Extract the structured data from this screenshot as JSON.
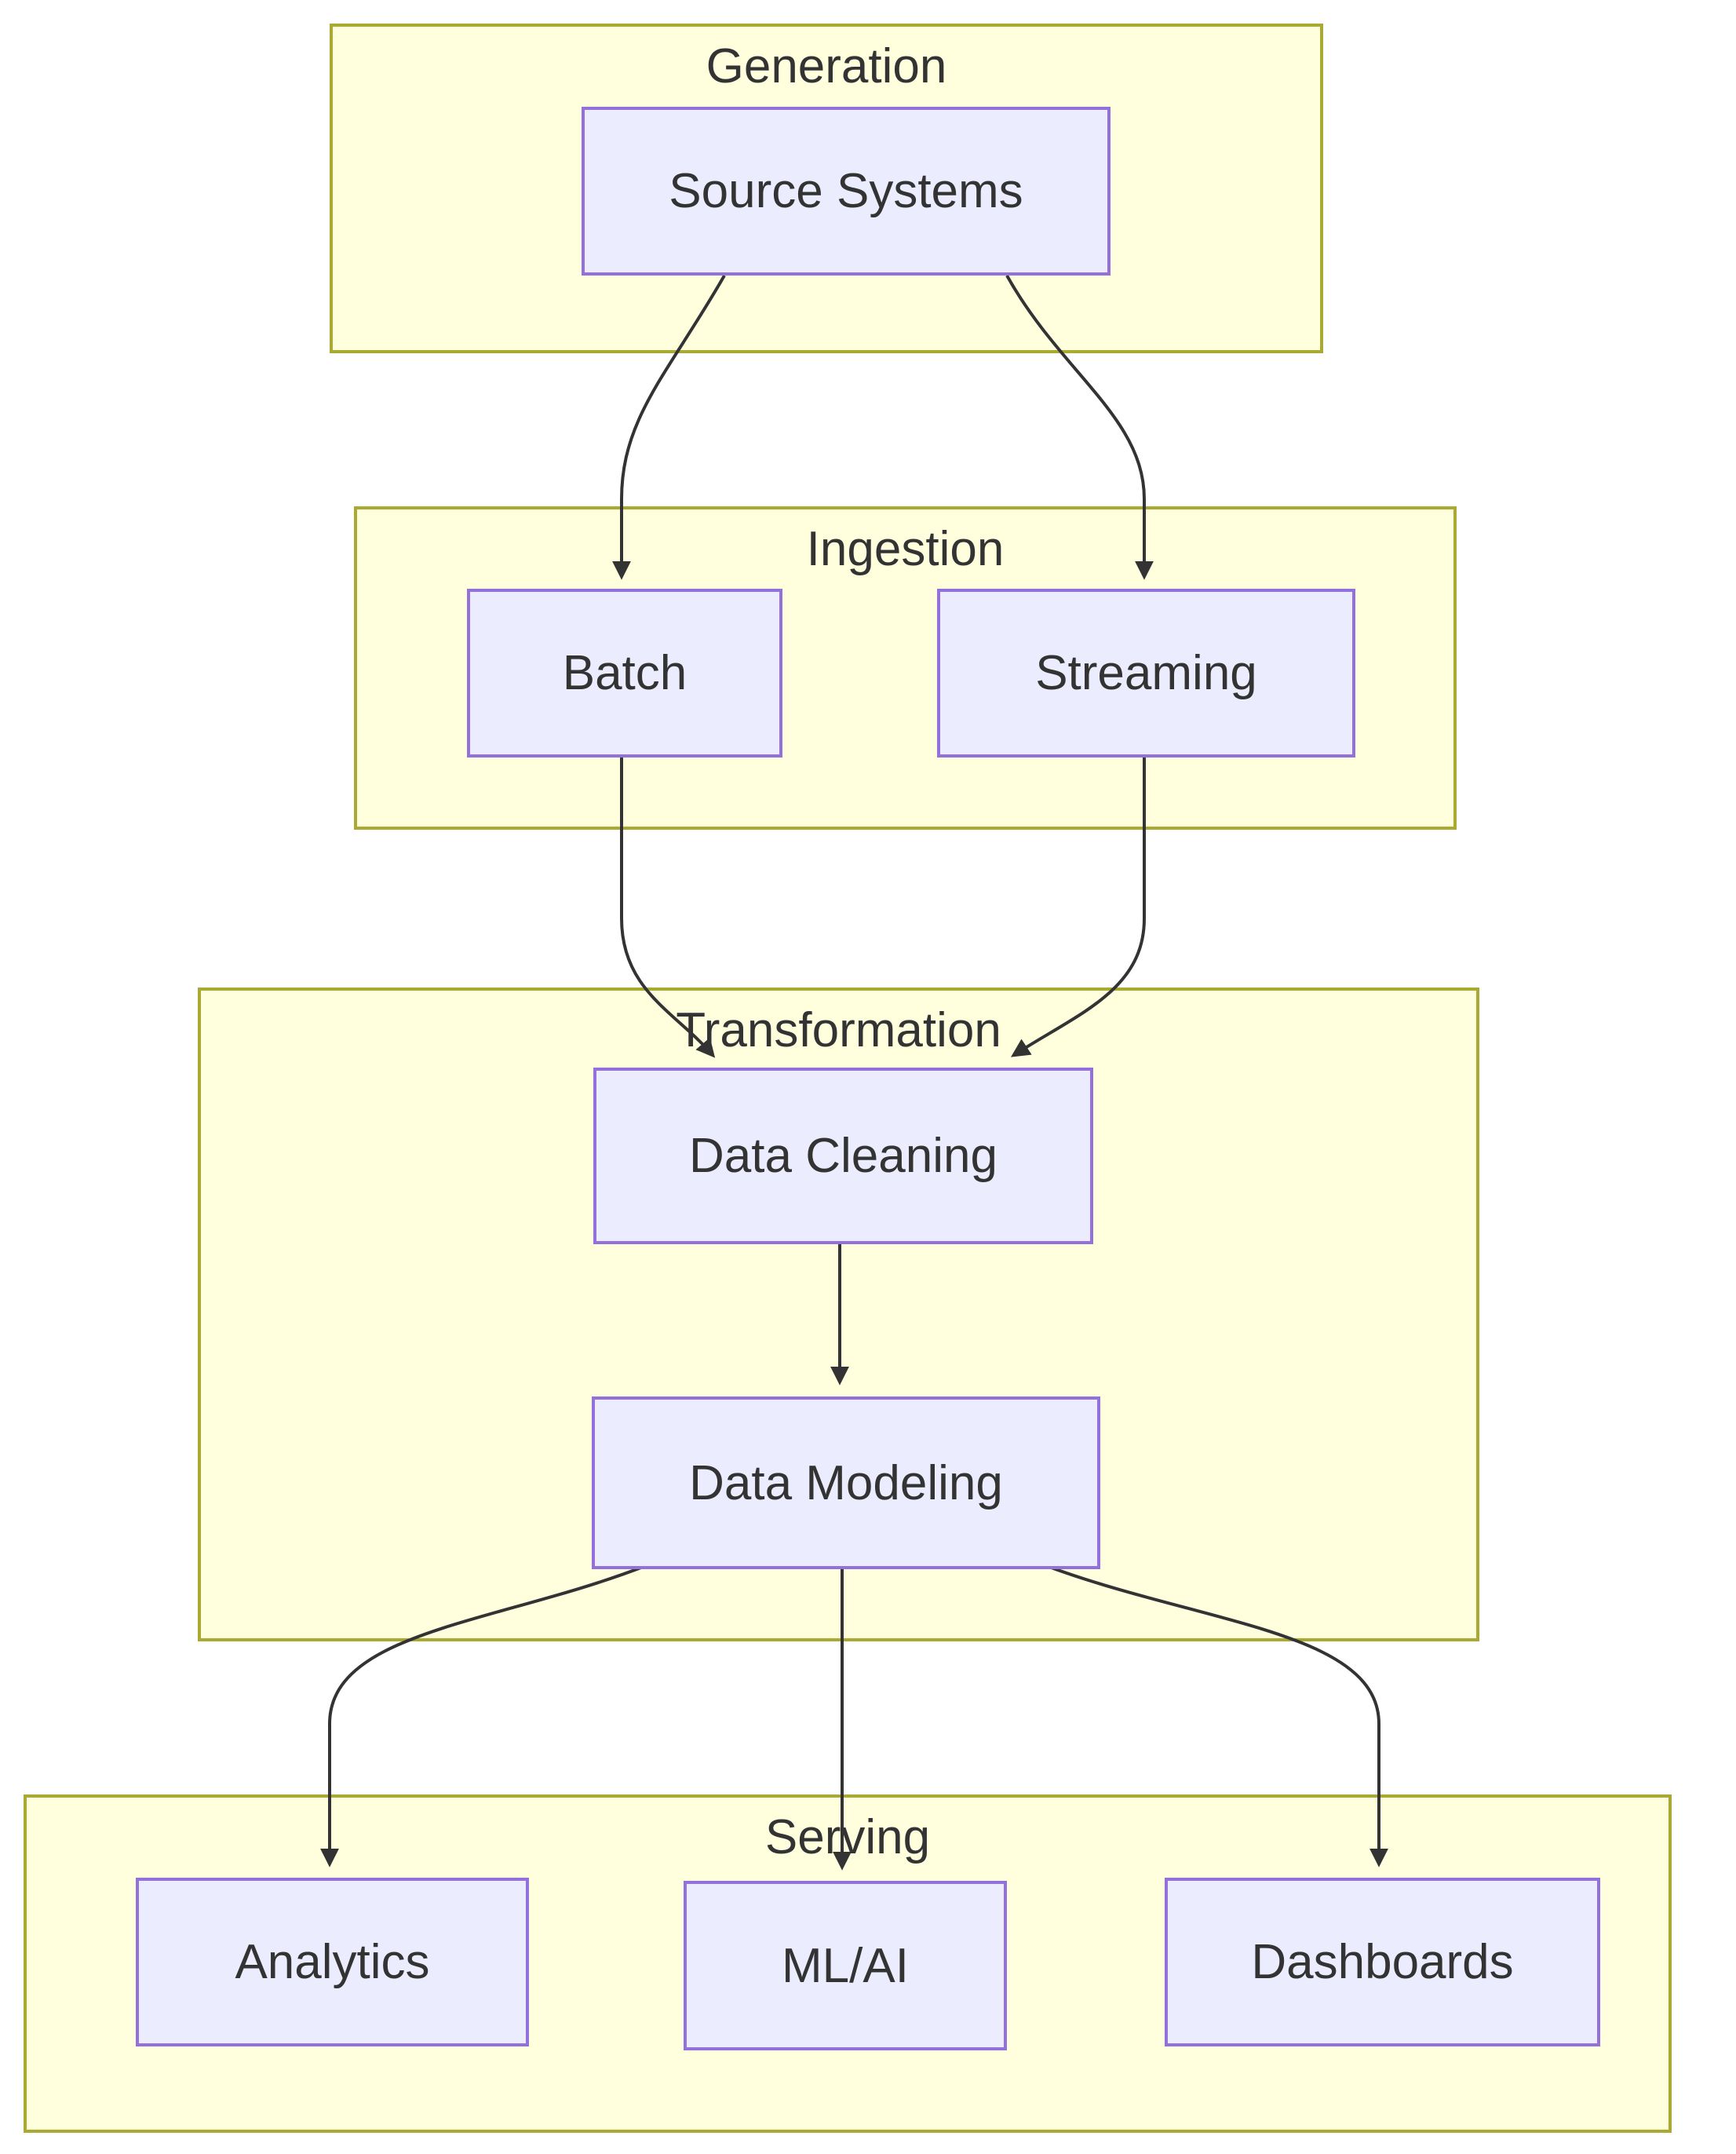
{
  "diagram_type": "flowchart-top-down",
  "colors": {
    "cluster_fill": "#ffffde",
    "cluster_border": "#aaaa33",
    "node_fill": "#ececff",
    "node_border": "#9370db",
    "edge_color": "#333333",
    "text_color": "#333333",
    "page_bg": "#ffffff"
  },
  "clusters": {
    "generation": {
      "title": "Generation",
      "nodes": [
        "Source Systems"
      ]
    },
    "ingestion": {
      "title": "Ingestion",
      "nodes": [
        "Batch",
        "Streaming"
      ]
    },
    "transformation": {
      "title": "Transformation",
      "nodes": [
        "Data Cleaning",
        "Data Modeling"
      ]
    },
    "serving": {
      "title": "Serving",
      "nodes": [
        "Analytics",
        "ML/AI",
        "Dashboards"
      ]
    }
  },
  "nodes": {
    "source_systems": {
      "label": "Source Systems"
    },
    "batch": {
      "label": "Batch"
    },
    "streaming": {
      "label": "Streaming"
    },
    "data_cleaning": {
      "label": "Data Cleaning"
    },
    "data_modeling": {
      "label": "Data Modeling"
    },
    "analytics": {
      "label": "Analytics"
    },
    "ml_ai": {
      "label": "ML/AI"
    },
    "dashboards": {
      "label": "Dashboards"
    }
  },
  "edges": [
    {
      "from": "source_systems",
      "to": "batch"
    },
    {
      "from": "source_systems",
      "to": "streaming"
    },
    {
      "from": "batch",
      "to": "data_cleaning"
    },
    {
      "from": "streaming",
      "to": "data_cleaning"
    },
    {
      "from": "data_cleaning",
      "to": "data_modeling"
    },
    {
      "from": "data_modeling",
      "to": "analytics"
    },
    {
      "from": "data_modeling",
      "to": "ml_ai"
    },
    {
      "from": "data_modeling",
      "to": "dashboards"
    }
  ]
}
